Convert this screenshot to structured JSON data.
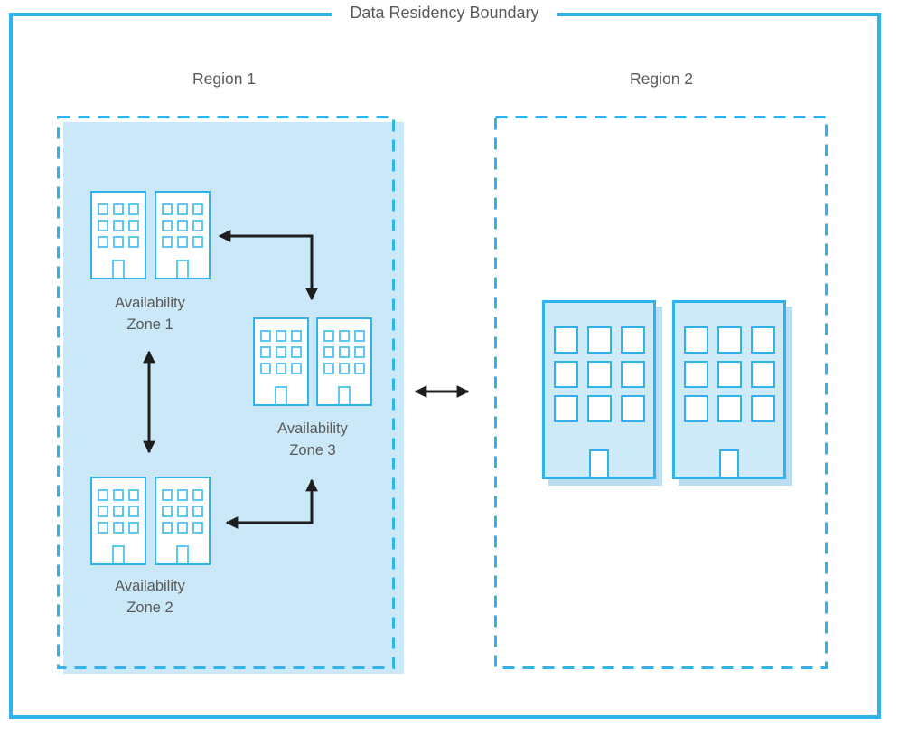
{
  "title": "Data Residency Boundary",
  "regions": {
    "region1": {
      "label": "Region 1",
      "zones": [
        {
          "line1": "Availability",
          "line2": "Zone 1"
        },
        {
          "line1": "Availability",
          "line2": "Zone 2"
        },
        {
          "line1": "Availability",
          "line2": "Zone 3"
        }
      ]
    },
    "region2": {
      "label": "Region 2"
    }
  },
  "colors": {
    "accent": "#2fb3eb",
    "region_fill": "#cbe8f8",
    "building_fill": "#cfeaf8",
    "text": "#5a5a5a",
    "arrow": "#1e1e1e"
  }
}
